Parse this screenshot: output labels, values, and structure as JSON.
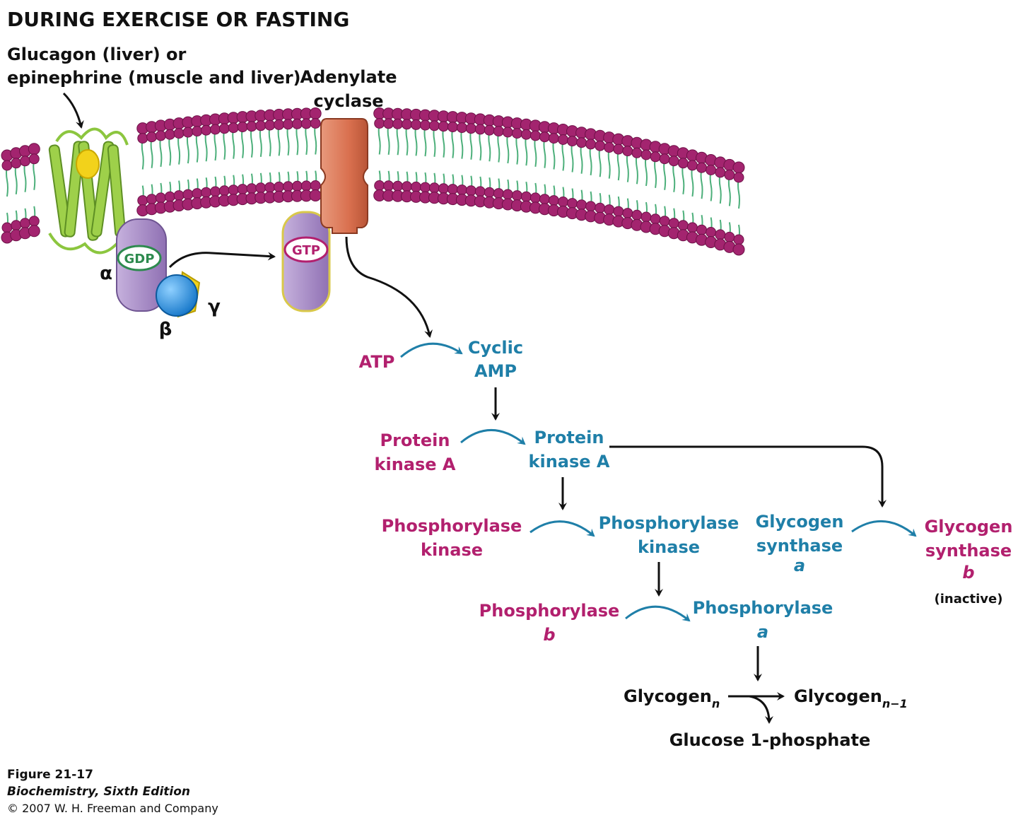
{
  "title": "DURING EXERCISE OR FASTING",
  "hormone": {
    "line1": "Glucagon (liver) or",
    "line2": "epinephrine (muscle and liver)"
  },
  "adenylate_cyclase": {
    "line1": "Adenylate",
    "line2": "cyclase"
  },
  "g_protein": {
    "gdp": "GDP",
    "gtp": "GTP",
    "alpha": "α",
    "beta": "β",
    "gamma": "γ"
  },
  "atp": "ATP",
  "camp": {
    "line1": "Cyclic",
    "line2": "AMP"
  },
  "pka_inactive": {
    "line1": "Protein",
    "line2": "kinase A"
  },
  "pka_active": {
    "line1": "Protein",
    "line2": "kinase A"
  },
  "phk_inactive": {
    "line1": "Phosphorylase",
    "line2": "kinase"
  },
  "phk_active": {
    "line1": "Phosphorylase",
    "line2": "kinase"
  },
  "gs_a": {
    "line1": "Glycogen",
    "line2": "synthase",
    "line3": "a"
  },
  "gs_b": {
    "line1": "Glycogen",
    "line2": "synthase",
    "line3": "b",
    "note": "(inactive)"
  },
  "phos_b": {
    "line1": "Phosphorylase",
    "line2": "b"
  },
  "phos_a": {
    "line1": "Phosphorylase",
    "line2": "a"
  },
  "glycogen_n": {
    "base": "Glycogen",
    "sub": "n"
  },
  "glycogen_n1": {
    "base": "Glycogen",
    "sub": "n−1"
  },
  "g1p": "Glucose 1-phosphate",
  "caption": {
    "figure": "Figure 21-17",
    "book": "Biochemistry, Sixth Edition",
    "copyright": "© 2007 W. H. Freeman and Company"
  },
  "colors": {
    "inactive": "#b2206e",
    "active": "#1f7fa8",
    "lipid_head": "#a3246f",
    "lipid_tail": "#4caf7a",
    "receptor": "#8cc63f",
    "g_alpha": "#a88cc4",
    "g_beta": "#2e9be0",
    "g_gamma": "#f2d21b",
    "cyclase": "#e07a5a"
  }
}
